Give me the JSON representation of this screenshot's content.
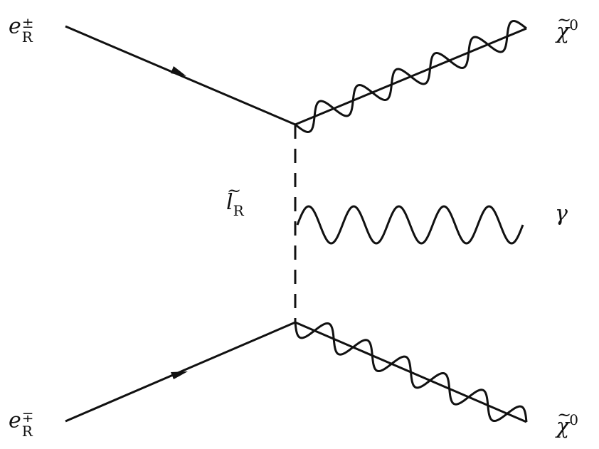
{
  "diagram": {
    "stroke_color": "#111111",
    "labels": {
      "e_top": {
        "base": "e",
        "sup": "±",
        "sub": "R"
      },
      "e_bottom": {
        "base": "e",
        "sup": "∓",
        "sub": "R"
      },
      "slepton": {
        "base": "l",
        "tilde": "~",
        "sub": "R"
      },
      "chi_top": {
        "base": "χ",
        "tilde": "~",
        "sup": "0"
      },
      "chi_bottom": {
        "base": "χ",
        "tilde": "~",
        "sup": "0"
      },
      "photon": {
        "base": "γ"
      }
    }
  }
}
